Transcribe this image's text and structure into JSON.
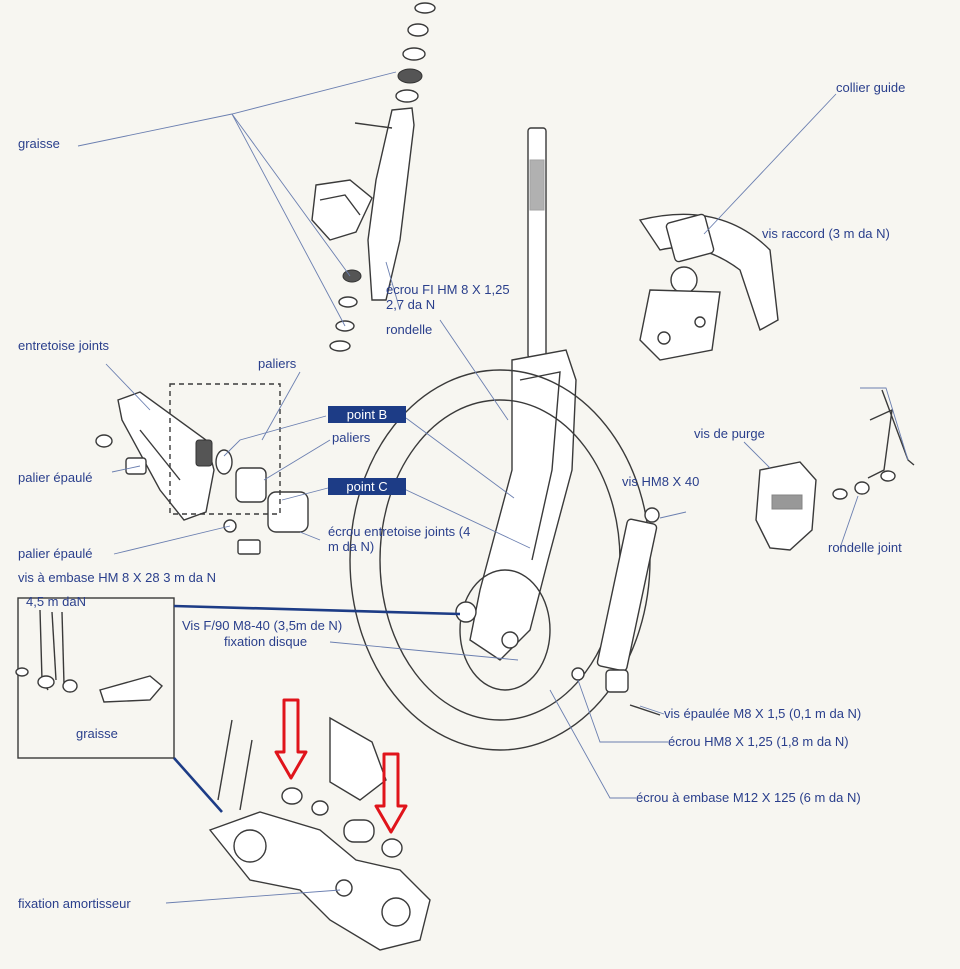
{
  "labels": {
    "graisse_top": "graisse",
    "collier_guide": "collier guide",
    "vis_raccord": "vis raccord (3 m da N)",
    "ecrou_fi": "écrou FI HM 8 X 1,25  2,7 da N",
    "rondelle": "rondelle",
    "entretoise_joints": "entretoise joints",
    "paliers_top": "paliers",
    "point_b": "point B",
    "paliers_mid": "paliers",
    "vis_de_purge": "vis de purge",
    "palier_epaule_1": "palier épaulé",
    "point_c": "point C",
    "vis_hm8": "vis HM8 X 40",
    "ecrou_entretoise": "écrou  entretoise joints (4 m da N)",
    "rondelle_joint": "rondelle joint",
    "palier_epaule_2": "palier épaulé",
    "vis_embase": "vis à embase HM  8  X  28  3 m da N",
    "inset_torque": "4,5 m daN",
    "vis_f90": "Vis F/90 M8-40  (3,5m de N)",
    "fixation_disque": "fixation disque",
    "graisse_inset": "graisse",
    "vis_epaulee": "vis épaulée M8 X 1,5  (0,1 m da N)",
    "ecrou_hm8": "écrou HM8  X  1,25  (1,8 m da N)",
    "ecrou_embase": "écrou à embase M12 X 125 (6 m da N)",
    "fixation_amortisseur": "fixation amortisseur"
  },
  "colors": {
    "label_text": "#2a3f8c",
    "label_box": "#1d3c86",
    "leader": "#6b7fb0",
    "annotation_arrow": "#e0141b",
    "background": "#f7f6f1"
  }
}
